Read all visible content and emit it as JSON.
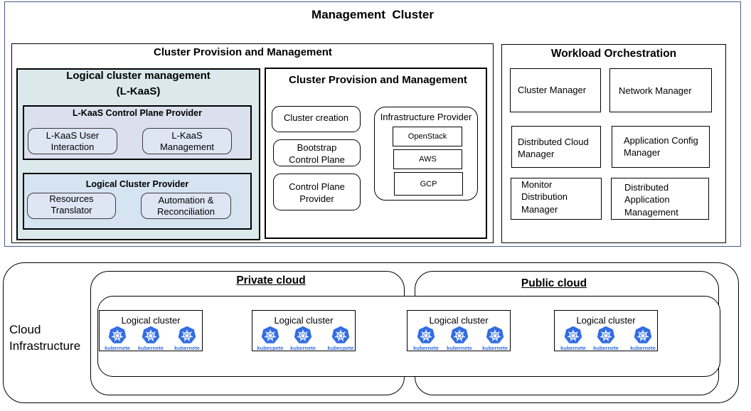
{
  "management_cluster": {
    "title": "Management  Cluster",
    "provision_outer": {
      "title": "Cluster Provision and Management",
      "lkaas": {
        "title_line1": "Logical cluster management",
        "title_line2": "(L-KaaS)",
        "control_plane_provider": {
          "title": "L-KaaS Control Plane Provider",
          "items": [
            {
              "line1": "L-KaaS User",
              "line2": "Interaction"
            },
            {
              "line1": "L-KaaS",
              "line2": "Management"
            }
          ]
        },
        "logical_cluster_provider": {
          "title": "Logical Cluster Provider",
          "items": [
            {
              "line1": "Resources",
              "line2": "Translator"
            },
            {
              "line1": "Automation &",
              "line2": "Reconciliation"
            }
          ]
        }
      },
      "provision_inner": {
        "title": "Cluster Provision and Management",
        "items": [
          {
            "line1": "Cluster creation",
            "line2": ""
          },
          {
            "line1": "Bootstrap",
            "line2": "Control Plane"
          },
          {
            "line1": "Control Plane",
            "line2": "Provider"
          }
        ],
        "infrastructure_provider": {
          "title": "Infrastructure Provider",
          "items": [
            "OpenStack",
            "AWS",
            "GCP"
          ]
        }
      }
    },
    "workload_orchestration": {
      "title": "Workload Orchestration",
      "items": [
        {
          "line1": "Cluster Manager",
          "line2": "",
          "line3": ""
        },
        {
          "line1": "Network Manager",
          "line2": "",
          "line3": ""
        },
        {
          "line1": "Distributed Cloud",
          "line2": "Manager",
          "line3": ""
        },
        {
          "line1": "Application Config",
          "line2": "Manager",
          "line3": ""
        },
        {
          "line1": "Monitor",
          "line2": "Distribution",
          "line3": "Manager"
        },
        {
          "line1": "Distributed",
          "line2": "Application",
          "line3": "Management"
        }
      ]
    }
  },
  "cloud_infrastructure": {
    "label_line1": "Cloud",
    "label_line2": "Infrastructure",
    "private_cloud": "Private cloud",
    "public_cloud": "Public cloud",
    "logical_clusters": [
      {
        "title": "Logical cluster",
        "nodes": [
          "kubernete",
          "kubernete",
          "kubernete"
        ]
      },
      {
        "title": "Logical cluster",
        "nodes": [
          "kubecpete",
          "kubernete",
          "kubecpete"
        ]
      },
      {
        "title": "Logical cluster",
        "nodes": [
          "kubernete",
          "kubernete",
          "kubernete"
        ]
      },
      {
        "title": "Logical cluster",
        "nodes": [
          "kubernete",
          "kubernete",
          "kubernete"
        ]
      }
    ]
  },
  "colors": {
    "outer_border": "#4a5a8a",
    "lkaas_fill": "#dbe9ec",
    "sub_fill": "#dbe0ee",
    "lcp_fill": "#d6e4f2",
    "kubernetes_blue": "#326ce5"
  }
}
